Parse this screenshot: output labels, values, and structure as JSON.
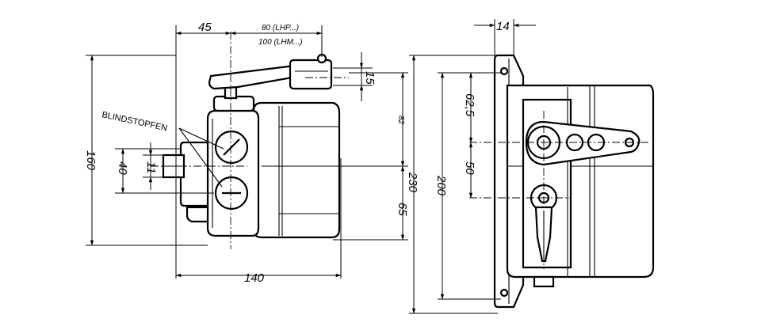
{
  "annotation": "BLINDSTOPFEN",
  "dimensions": {
    "d45": "45",
    "d80": "80 (LHP...)",
    "d100": "100 (LHM...)",
    "d15": "15",
    "d82": "82",
    "d160": "160",
    "d40": "40",
    "d11": "11",
    "d65": "65",
    "d140": "140",
    "d230": "230",
    "d200": "200",
    "d14": "14",
    "d62_5": "62,5",
    "d50": "50"
  }
}
